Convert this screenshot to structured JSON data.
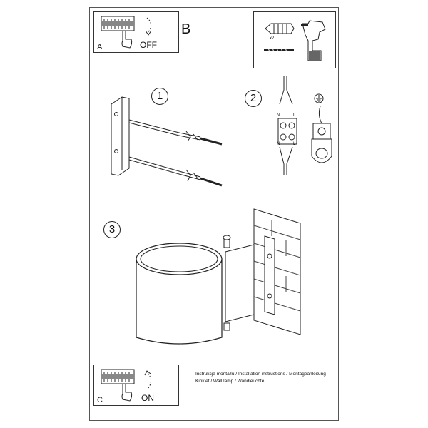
{
  "panel_a": {
    "label": "A",
    "action": "OFF"
  },
  "panel_b": {
    "label": "B",
    "count": "x2"
  },
  "step1": {
    "number": "1"
  },
  "step2": {
    "number": "2",
    "terminals": {
      "n_top": "N",
      "l_top": "L",
      "n_bottom": "N",
      "l_bottom": "L"
    }
  },
  "step3": {
    "number": "3"
  },
  "panel_c": {
    "label": "C",
    "action": "ON"
  },
  "footer": {
    "line1": "Instrukcja montażu / Installation instructions / Montageanleitung",
    "line2": "Kinkiet / Wall lamp / Wandleuchte"
  },
  "icons": [
    "breaker-panel-icon",
    "switch-off-arrow-icon",
    "switch-on-arrow-icon",
    "hand-icon",
    "drill-icon",
    "wall-plug-icon",
    "screw-icon",
    "ground-symbol-icon"
  ]
}
